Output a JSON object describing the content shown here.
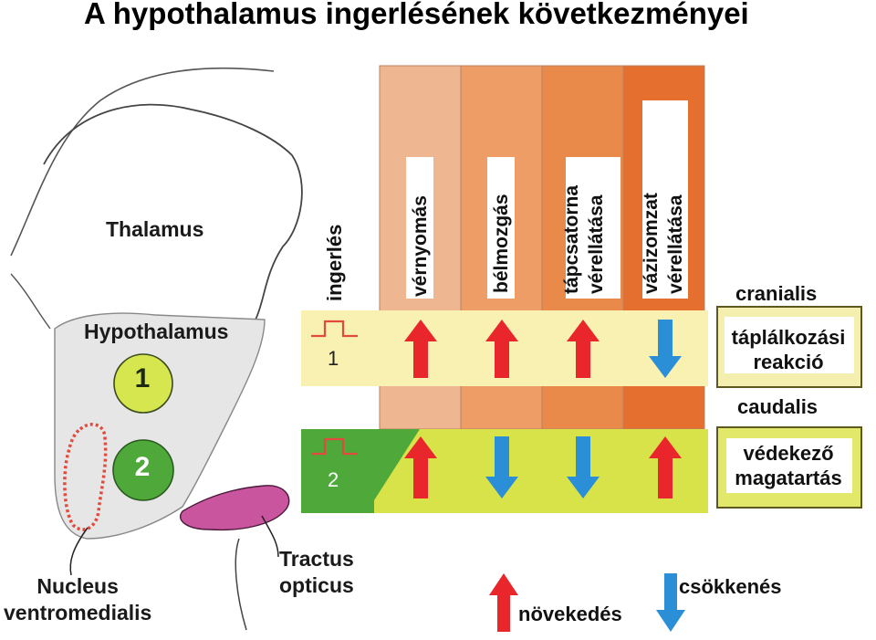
{
  "title": "A hypothalamus ingerlésének következményei",
  "brain": {
    "thalamus_label": "Thalamus",
    "hypothalamus_label": "Hypothalamus",
    "nucleus_line1": "Nucleus",
    "nucleus_line2": "ventromedialis",
    "tractus_line1": "Tractus",
    "tractus_line2": "opticus",
    "nucleus_1": "1",
    "nucleus_2": "2"
  },
  "table": {
    "stimulus_header": "ingerlés",
    "columns": [
      {
        "line1": "vérnyomás",
        "line2": ""
      },
      {
        "line1": "bélmozgás",
        "line2": ""
      },
      {
        "line1": "tápcsatorna",
        "line2": "vérellátása"
      },
      {
        "line1": "vázizomzat",
        "line2": "vérellátása"
      }
    ],
    "rows": [
      {
        "stimulus": "1",
        "region": "cranialis",
        "response_line1": "táplálkozási",
        "response_line2": "reakció",
        "effects": [
          "up",
          "up",
          "up",
          "down"
        ]
      },
      {
        "stimulus": "2",
        "region": "caudalis",
        "response_line1": "védekező",
        "response_line2": "magatartás",
        "effects": [
          "up",
          "down",
          "down",
          "up"
        ]
      }
    ]
  },
  "legend": {
    "increase": "növekedés",
    "decrease": "csökkenés"
  },
  "colors": {
    "increase_arrow": "#e8262b",
    "decrease_arrow": "#2a8fd6",
    "row1_band": "#f8f1b2",
    "row2_band": "#d8e34a",
    "nucleus_1_fill": "#d6e64e",
    "nucleus_2_fill": "#4fa83a",
    "tractus_fill": "#c9559e"
  }
}
